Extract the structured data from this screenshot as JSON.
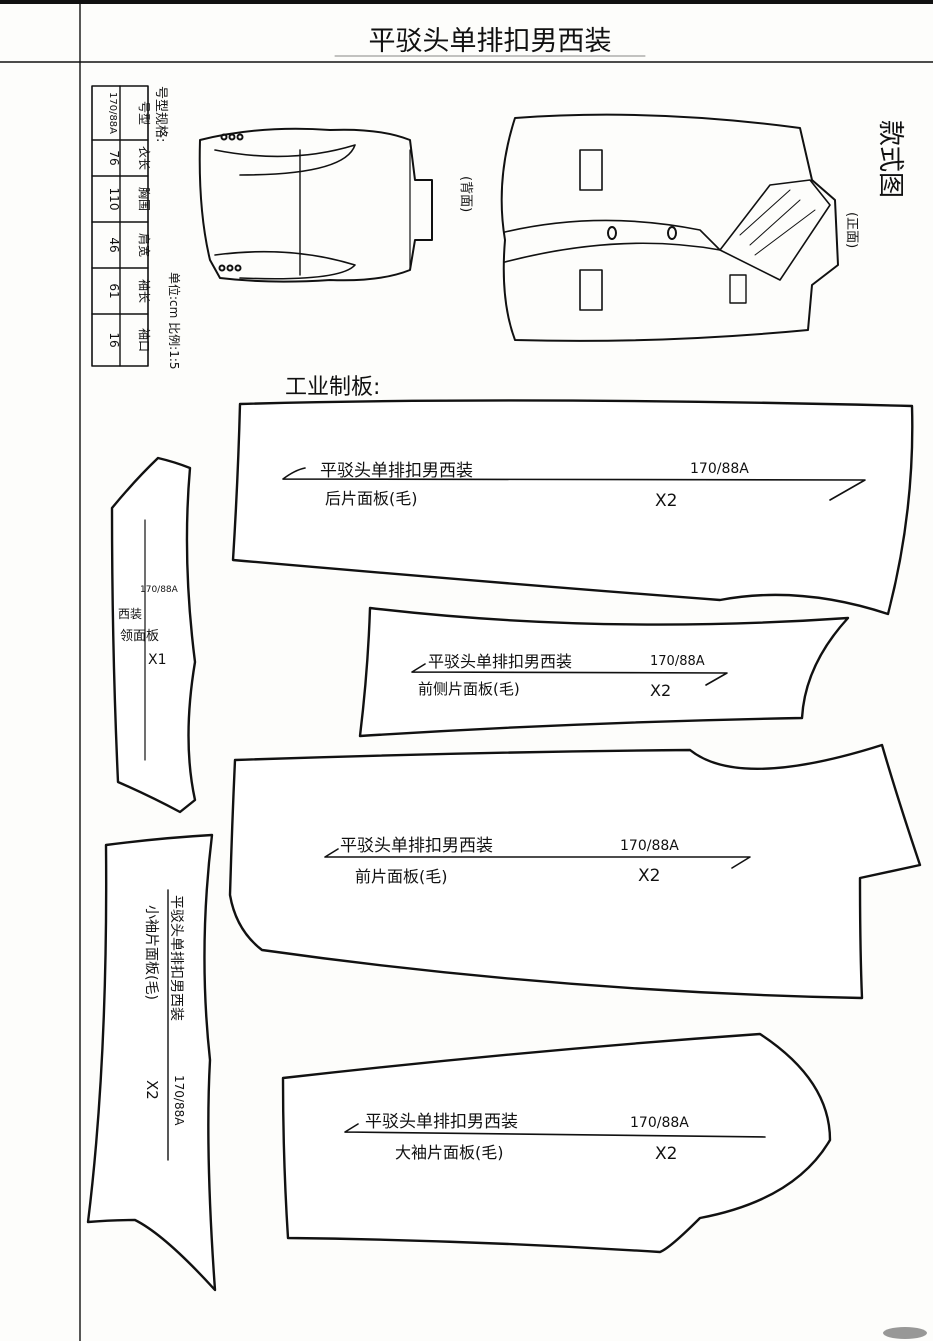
{
  "sheet": {
    "title": "平驳头单排扣男西装",
    "section_title": "工业制板:"
  },
  "spec": {
    "label": "号型规格:",
    "headers": [
      "号型",
      "衣长",
      "胸围",
      "肩宽",
      "袖长",
      "袖口"
    ],
    "values": [
      "170/88A",
      "76",
      "110",
      "46",
      "61",
      "16"
    ],
    "unit_note": "单位:cm 比例:1:5"
  },
  "style_view": {
    "label": "款式图",
    "back_label": "(背面)",
    "front_label": "(正面)"
  },
  "patterns": [
    {
      "name": "后片面板(毛)",
      "title": "平驳头单排扣男西装",
      "size": "170/88A",
      "qty": "X2"
    },
    {
      "name": "前侧片面板(毛)",
      "title": "平驳头单排扣男西装",
      "size": "170/88A",
      "qty": "X2"
    },
    {
      "name": "前片面板(毛)",
      "title": "平驳头单排扣男西装",
      "size": "170/88A",
      "qty": "X2"
    },
    {
      "name": "大袖片面板(毛)",
      "title": "平驳头单排扣男西装",
      "size": "170/88A",
      "qty": "X2"
    },
    {
      "name": "领面板",
      "title": "西装",
      "size": "170/88A",
      "qty": "X1"
    },
    {
      "name": "小袖片面板(毛)",
      "title": "平驳头单排扣男西装",
      "size": "170/88A",
      "qty": "X2"
    }
  ]
}
